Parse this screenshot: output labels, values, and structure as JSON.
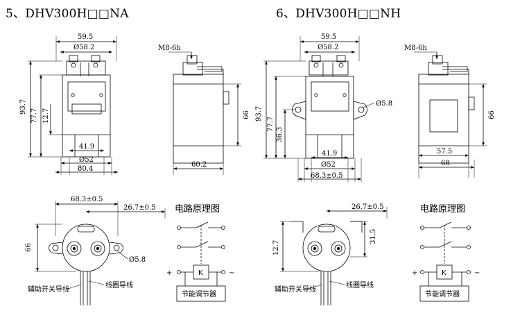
{
  "titles": {
    "left": "5、DHV300H□□NA",
    "right": "6、DHV300H□□NH"
  },
  "na": {
    "front": {
      "w_top": "59.5",
      "dia_top": "Ø58.2",
      "h_total": "93.7",
      "h_body": "77.7",
      "h_coil": "12.7",
      "w_bottom1": "41.9",
      "dia_bottom": "Ø52",
      "w_bottom2": "80.4"
    },
    "side": {
      "thread": "M8-6h",
      "h": "66",
      "w": "60.2"
    },
    "top": {
      "w": "68.3±0.5",
      "off": "26.7±0.5",
      "h": "66",
      "hole": "Ø5.8"
    },
    "labels": {
      "aux": "辅助开关导线",
      "coil": "线圈导线"
    }
  },
  "nh": {
    "front": {
      "w_top": "59.5",
      "dia_top": "Ø58.2",
      "h_total": "93.7",
      "h_body": "77.7",
      "h_flange": "36.3",
      "hole": "Ø5.8",
      "w_bottom1": "41.9",
      "dia_bottom": "Ø52",
      "w_bottom2": "68.3±0.5"
    },
    "side": {
      "thread": "M8-6h",
      "h": "66",
      "w1": "57.5",
      "w2": "68"
    },
    "top": {
      "off": "26.7±0.5",
      "h1": "12.7",
      "h2": "31.5"
    },
    "labels": {
      "aux": "辅助开关导线",
      "coil": "线圈导线"
    }
  },
  "circuit": {
    "title": "电路原理图",
    "k": "K",
    "plus": "+",
    "minus": "−",
    "controller": "节能调节器"
  }
}
